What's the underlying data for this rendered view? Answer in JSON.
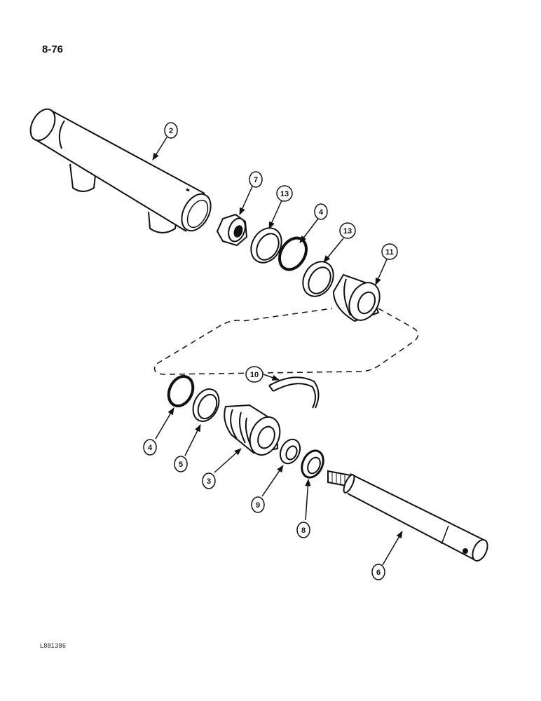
{
  "page_number": "8-76",
  "drawing_code": "L881386",
  "callouts": {
    "c2": "2",
    "c7": "7",
    "c13a": "13",
    "c4a": "4",
    "c13b": "13",
    "c11": "11",
    "c10": "10",
    "c4b": "4",
    "c5": "5",
    "c3": "3",
    "c9": "9",
    "c8": "8",
    "c6": "6"
  }
}
